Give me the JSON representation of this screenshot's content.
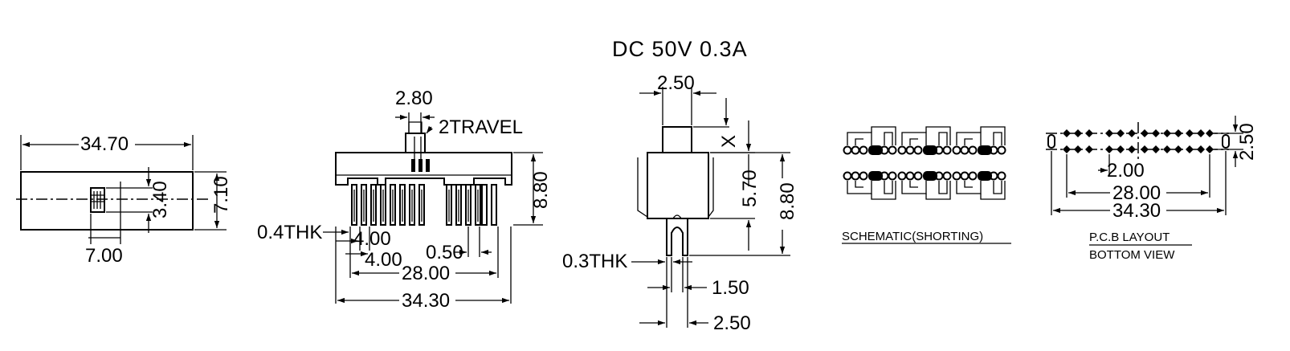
{
  "title": "DC  50V  0.3A",
  "top_view": {
    "length": "34.70",
    "width": "7.10",
    "knob_height": "3.40",
    "knob_offset": "7.00"
  },
  "front_view": {
    "knob_width": "2.80",
    "travel": "2TRAVEL",
    "height": "8.80",
    "thickness": "0.4THK",
    "pitch_a": "4.00",
    "pitch_b": "4.00",
    "pin_width": "0.50",
    "pin_span": "28.00",
    "body_length": "34.30"
  },
  "side_view": {
    "knob_width": "2.50",
    "knob_x": "X",
    "body_height": "5.70",
    "total_height": "8.80",
    "thickness": "0.3THK",
    "pin_gap": "1.50",
    "pin_span": "2.50"
  },
  "schematic": {
    "caption": "SCHEMATIC(SHORTING)"
  },
  "pcb": {
    "row_spacing": "2.50",
    "pitch": "2.00",
    "pin_span": "28.00",
    "body_length": "34.30",
    "caption_line1": "P.C.B LAYOUT",
    "caption_line2": "BOTTOM VIEW"
  }
}
